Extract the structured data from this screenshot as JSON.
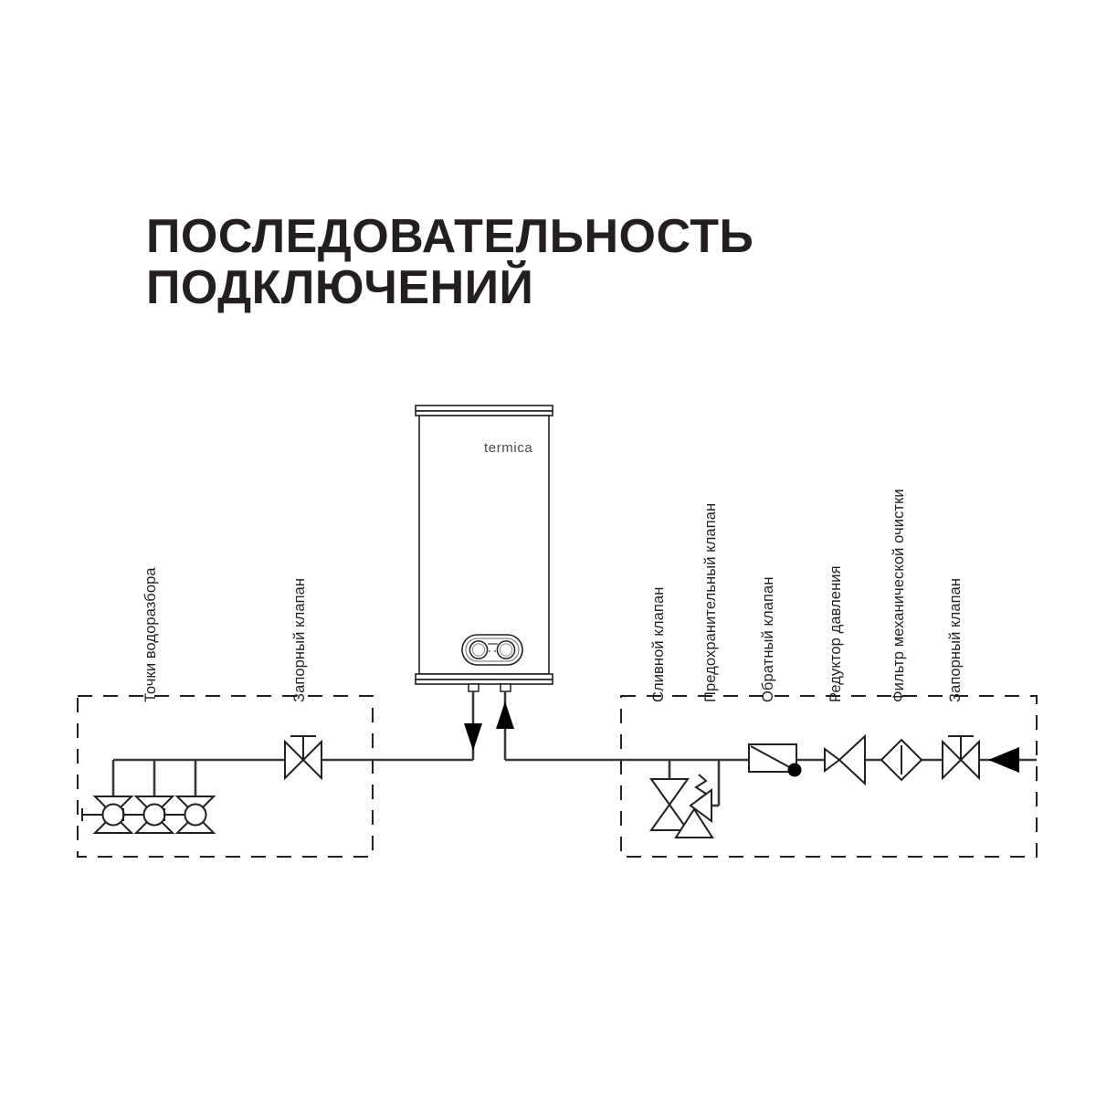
{
  "title": "ПОСЛЕДОВАТЕЛЬНОСТЬ\nПОДКЛЮЧЕНИЙ",
  "colors": {
    "ink": "#231f20",
    "line": "#3a3a3a",
    "background": "#ffffff"
  },
  "appliance": {
    "brand": "termica",
    "type": "water-heater"
  },
  "labels": {
    "left": [
      {
        "id": "draw-off-points",
        "text": "Точки водоразбора"
      },
      {
        "id": "shutoff-valve-outlet",
        "text": "Запорный клапан"
      }
    ],
    "right": [
      {
        "id": "drain-valve",
        "text": "Сливной клапан"
      },
      {
        "id": "safety-valve",
        "text": "Предохранительный клапан"
      },
      {
        "id": "check-valve",
        "text": "Обратный клапан"
      },
      {
        "id": "pressure-reducer",
        "text": "Редуктор давления"
      },
      {
        "id": "mechanical-filter",
        "text": "Фильтр механической очистки"
      },
      {
        "id": "shutoff-valve-inlet",
        "text": "Запорный клапан"
      }
    ]
  },
  "groups": [
    {
      "id": "hot-water-group",
      "side": "left"
    },
    {
      "id": "cold-water-group",
      "side": "right"
    }
  ],
  "flow": {
    "hot_outlet_direction": "down",
    "cold_inlet_direction": "up",
    "supply_direction": "left"
  }
}
